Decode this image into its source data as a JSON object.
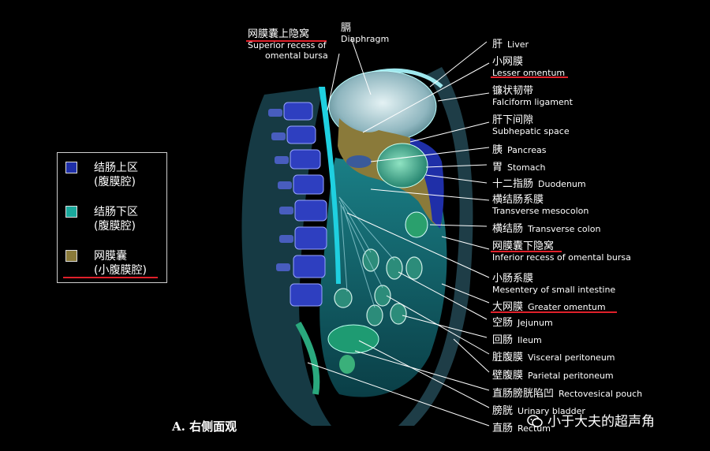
{
  "legend": {
    "items": [
      {
        "line1": "结肠上区",
        "line2": "(腹膜腔)",
        "color": "#1f2fa8"
      },
      {
        "line1": "结肠下区",
        "line2": "(腹膜腔)",
        "color": "#1aa89c"
      },
      {
        "line1": "网膜囊",
        "line2": "(小腹膜腔)",
        "color": "#8a7a3a"
      }
    ]
  },
  "labels": {
    "superior_recess": {
      "cn": "网膜囊上隐窝",
      "en1": "Superior recess of",
      "en2": "omental bursa"
    },
    "diaphragm": {
      "cn": "膈",
      "en": "Diaphragm"
    },
    "liver": {
      "cn": "肝",
      "en": "Liver"
    },
    "lesser_omentum": {
      "cn": "小网膜",
      "en": "Lesser omentum"
    },
    "falciform": {
      "cn": "镰状韧带",
      "en": "Falciform ligament"
    },
    "subhepatic": {
      "cn": "肝下间隙",
      "en": "Subhepatic space"
    },
    "pancreas": {
      "cn": "胰",
      "en": "Pancreas"
    },
    "stomach": {
      "cn": "胃",
      "en": "Stomach"
    },
    "duodenum": {
      "cn": "十二指肠",
      "en": "Duodenum"
    },
    "transverse_mesocolon": {
      "cn": "横结肠系膜",
      "en": "Transverse mesocolon"
    },
    "transverse_colon": {
      "cn": "横结肠",
      "en": "Transverse colon"
    },
    "inferior_recess": {
      "cn": "网膜囊下隐窝",
      "en": "Inferior recess of omental bursa"
    },
    "mesentery": {
      "cn": "小肠系膜",
      "en": "Mesentery of small intestine"
    },
    "greater_omentum": {
      "cn": "大网膜",
      "en": "Greater omentum"
    },
    "jejunum": {
      "cn": "空肠",
      "en": "Jejunum"
    },
    "ileum": {
      "cn": "回肠",
      "en": "Ileum"
    },
    "visceral_peritoneum": {
      "cn": "脏腹膜",
      "en": "Visceral peritoneum"
    },
    "parietal_peritoneum": {
      "cn": "壁腹膜",
      "en": "Parietal peritoneum"
    },
    "rectovesical": {
      "cn": "直肠膀胱陷凹",
      "en": "Rectovesical pouch"
    },
    "bladder": {
      "cn": "膀胱",
      "en": "Urinary bladder"
    },
    "rectum": {
      "cn": "直肠",
      "en": "Rectum"
    }
  },
  "caption": "A. 右侧面观",
  "watermark": "小于大夫的超声角",
  "colors": {
    "supracolic": "#1f2fa8",
    "infracolic": "#1aa89c",
    "omental_bursa": "#8a7a3a",
    "underline": "#e0202a"
  }
}
